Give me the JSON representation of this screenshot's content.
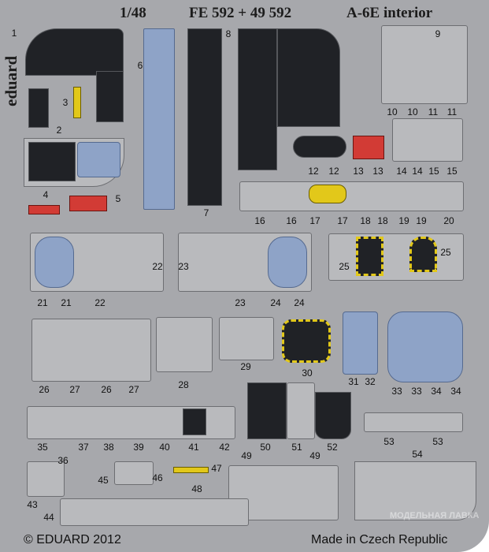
{
  "header": {
    "scale": "1/48",
    "code": "FE 592 + 49 592",
    "title": "A-6E interior"
  },
  "brand": "eduard",
  "copyright": "© EDUARD 2012",
  "made_in": "Made in Czech Republic",
  "watermark": "МОДЕЛЬНАЯ ЛАВКА",
  "colors": {
    "fret": "#a7a8ac",
    "panel": "#202226",
    "blue": "#8ea3c7",
    "yellow": "#e2c81a",
    "red": "#d23b35"
  },
  "labels": [
    "1",
    "2",
    "3",
    "4",
    "5",
    "6",
    "7",
    "8",
    "9",
    "10",
    "10",
    "11",
    "11",
    "12",
    "12",
    "13",
    "13",
    "14",
    "14",
    "15",
    "15",
    "16",
    "16",
    "17",
    "17",
    "18",
    "18",
    "19",
    "19",
    "20",
    "21",
    "21",
    "22",
    "22",
    "23",
    "23",
    "24",
    "24",
    "25",
    "25",
    "26",
    "27",
    "26",
    "27",
    "28",
    "29",
    "30",
    "31",
    "32",
    "33",
    "33",
    "34",
    "34",
    "35",
    "36",
    "37",
    "38",
    "39",
    "40",
    "41",
    "42",
    "43",
    "44",
    "45",
    "46",
    "47",
    "48",
    "49",
    "49",
    "50",
    "51",
    "52",
    "53",
    "53",
    "54"
  ]
}
